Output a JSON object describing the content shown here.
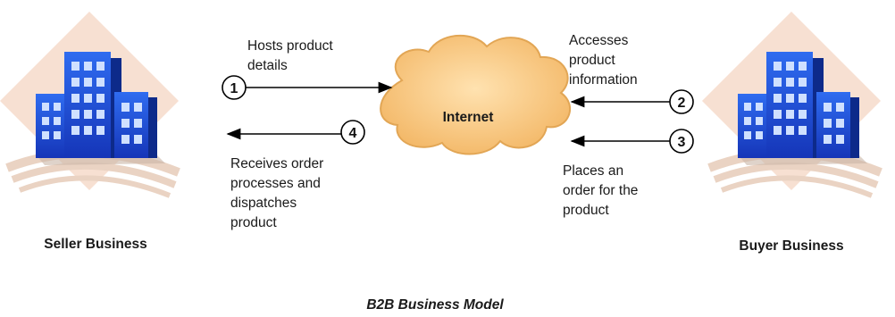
{
  "diagram": {
    "caption": "B2B Business Model",
    "seller": {
      "label": "Seller Business"
    },
    "buyer": {
      "label": "Buyer Business"
    },
    "center": {
      "label": "Internet"
    },
    "steps": [
      {
        "number": "1",
        "lines": [
          "Hosts product",
          "details"
        ]
      },
      {
        "number": "2",
        "lines": [
          "Accesses",
          "product",
          "information"
        ]
      },
      {
        "number": "3",
        "lines": [
          "Places an",
          "order for the",
          "product"
        ]
      },
      {
        "number": "4",
        "lines": [
          "Receives order",
          "processes and",
          "dispatches",
          "product"
        ]
      }
    ]
  },
  "colors": {
    "building_blue": "#1f4fd8",
    "building_dark": "#0d2a8a",
    "diamond": "#f6dccd",
    "cloud": "#f8c780",
    "cloud_edge": "#e0a34f"
  },
  "icons": [
    "building-icon",
    "cloud-icon",
    "arrow-icon",
    "number-circle-icon"
  ]
}
